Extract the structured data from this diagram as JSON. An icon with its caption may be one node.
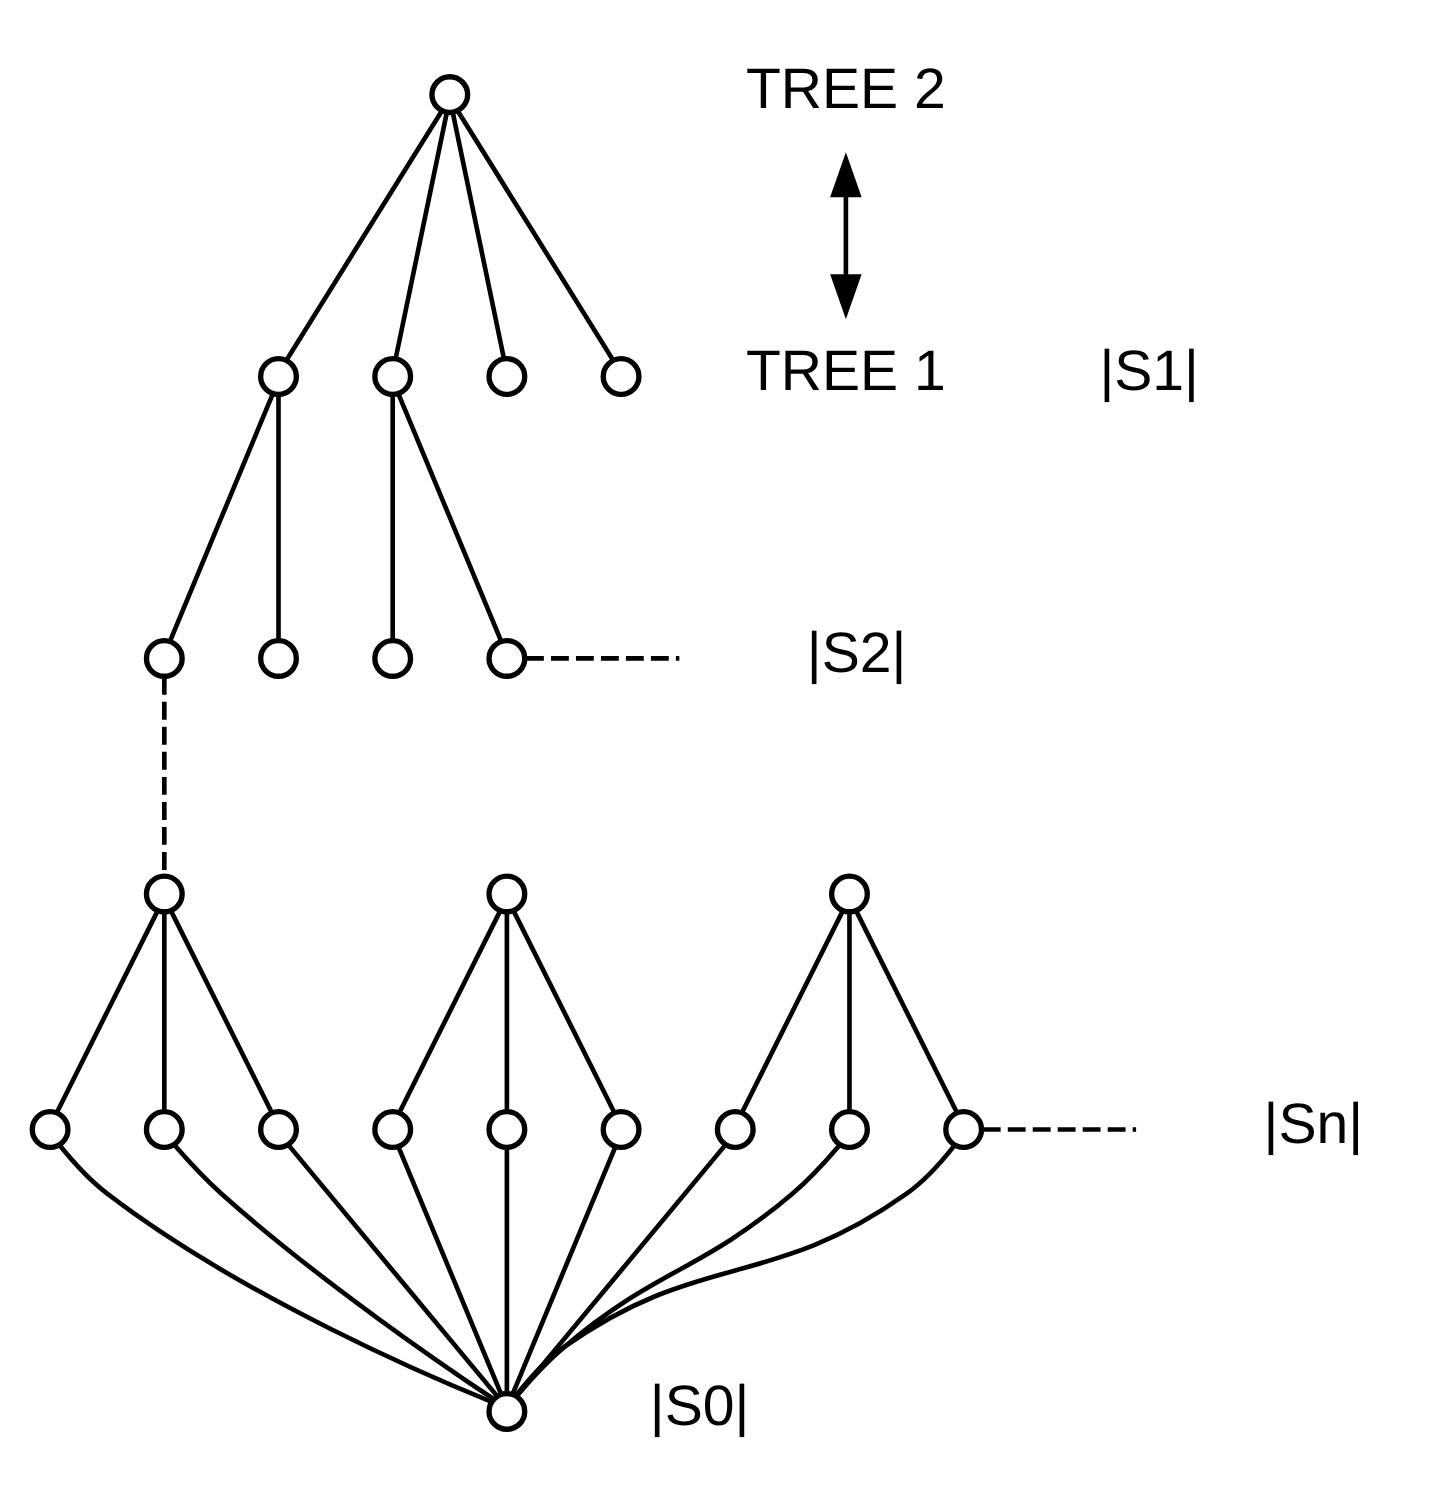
{
  "diagram": {
    "nodes": [
      {
        "text": [],
        "shape": "circle"
      },
      {
        "text": [],
        "shape": "circle"
      },
      {
        "text": [],
        "shape": "circle"
      },
      {
        "text": [],
        "shape": "circle"
      },
      {
        "text": [],
        "shape": "circle"
      },
      {
        "text": [],
        "shape": "circle"
      },
      {
        "text": [],
        "shape": "circle"
      },
      {
        "text": [],
        "shape": "circle"
      },
      {
        "text": [],
        "shape": "circle"
      },
      {
        "text": [
          "TREE 2"
        ]
      },
      {
        "text": [],
        "shape": "circle"
      },
      {
        "text": [],
        "shape": "circle"
      },
      {
        "text": [],
        "shape": "circle"
      },
      {
        "text": [],
        "shape": "circle"
      },
      {
        "text": [],
        "shape": "circle"
      },
      {
        "text": [],
        "shape": "circle"
      },
      {
        "text": [],
        "shape": "circle"
      },
      {
        "text": [],
        "shape": "circle"
      },
      {
        "text": [],
        "shape": "circle"
      },
      {
        "text": [],
        "shape": "circle"
      },
      {
        "text": [],
        "shape": "circle"
      },
      {
        "text": [],
        "shape": "circle"
      },
      {
        "text": [
          "TREE 1"
        ]
      },
      {
        "text": [],
        "shape": "circle"
      }
    ],
    "edges": [
      {
        "from": 0,
        "to": 1,
        "arrow": "none"
      },
      {
        "from": 0,
        "to": 2,
        "arrow": "none"
      },
      {
        "from": 0,
        "to": 3,
        "arrow": "none"
      },
      {
        "from": 0,
        "to": 4,
        "arrow": "none"
      },
      {
        "from": 1,
        "to": 5,
        "arrow": "none"
      },
      {
        "from": 1,
        "to": 6,
        "arrow": "none"
      },
      {
        "from": 2,
        "to": 7,
        "arrow": "none"
      },
      {
        "from": 2,
        "to": 8,
        "arrow": "none"
      },
      {
        "from": 8,
        "to": null,
        "arrow": "none",
        "style": "dashed"
      },
      {
        "from": 5,
        "to": 10,
        "arrow": "none",
        "style": "dashed"
      },
      {
        "from": 9,
        "to": 22,
        "arrow": "both"
      },
      {
        "from": 10,
        "to": 13,
        "arrow": "none"
      },
      {
        "from": 10,
        "to": 14,
        "arrow": "none"
      },
      {
        "from": 10,
        "to": 15,
        "arrow": "none"
      },
      {
        "from": 11,
        "to": 16,
        "arrow": "none"
      },
      {
        "from": 11,
        "to": 17,
        "arrow": "none"
      },
      {
        "from": 11,
        "to": 18,
        "arrow": "none"
      },
      {
        "from": 12,
        "to": 19,
        "arrow": "none"
      },
      {
        "from": 12,
        "to": 20,
        "arrow": "none"
      },
      {
        "from": 12,
        "to": 21,
        "arrow": "none"
      },
      {
        "from": 21,
        "to": null,
        "arrow": "none",
        "style": "dashed"
      },
      {
        "from": 13,
        "to": 23,
        "arrow": "none"
      },
      {
        "from": 14,
        "to": 23,
        "arrow": "none"
      },
      {
        "from": 15,
        "to": 23,
        "arrow": "none"
      },
      {
        "from": 16,
        "to": 23,
        "arrow": "none"
      },
      {
        "from": 17,
        "to": 23,
        "arrow": "none"
      },
      {
        "from": 18,
        "to": 23,
        "arrow": "none"
      },
      {
        "from": 19,
        "to": 23,
        "arrow": "none"
      },
      {
        "from": 20,
        "to": 23,
        "arrow": "none"
      },
      {
        "from": 21,
        "to": 23,
        "arrow": "none"
      }
    ],
    "labels": [
      "|S1|",
      "|S2|",
      "|Sn|",
      "|S0|"
    ]
  }
}
